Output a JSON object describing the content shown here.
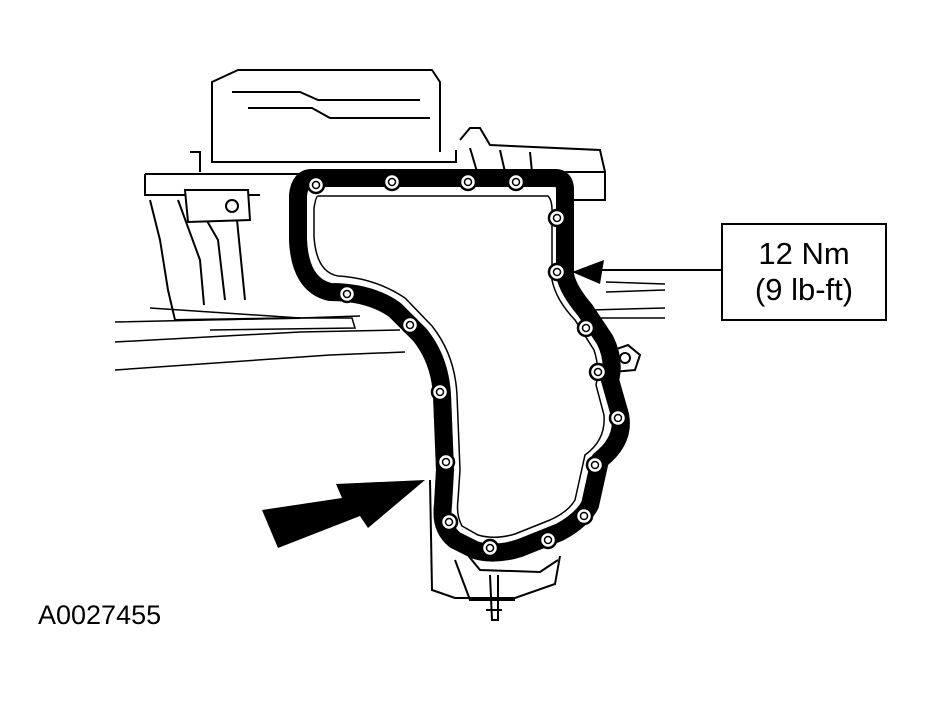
{
  "torque_callout": {
    "metric": "12 Nm",
    "imperial": "(9 lb-ft)"
  },
  "figure_id": "A0027455",
  "bolt_count": 18
}
